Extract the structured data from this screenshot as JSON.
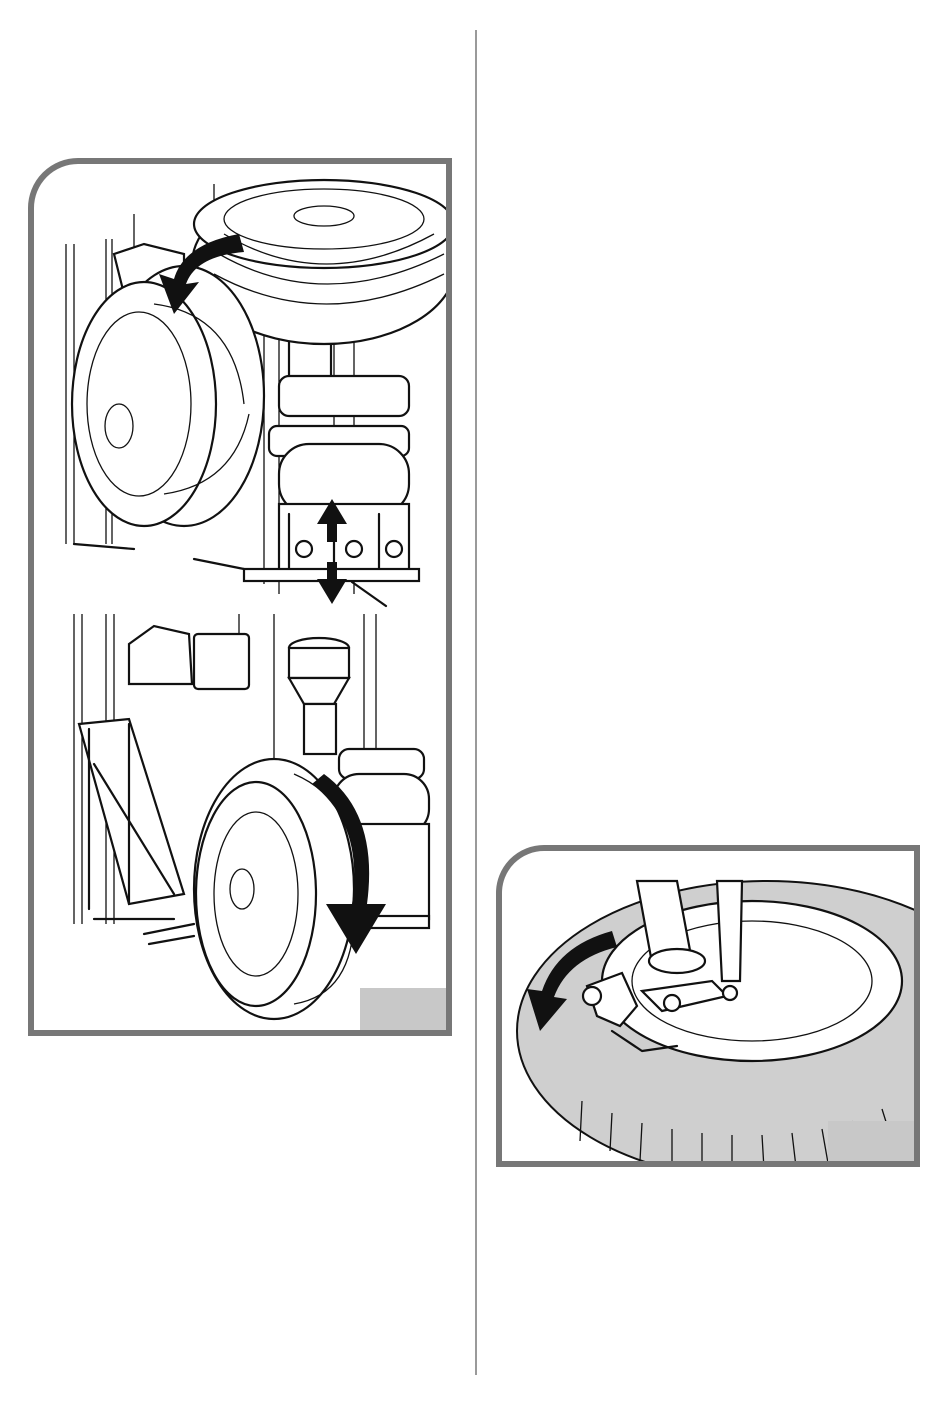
{
  "page": {
    "background": "#ffffff",
    "divider_color": "#9a9a9a",
    "frame_color": "#777777",
    "tab_color": "#c8c8c8"
  },
  "figures": [
    {
      "id": "left",
      "panels": [
        "wheel-loading-on-lift",
        "wheel-rolling-off-lift"
      ],
      "icons": [
        "curved-arrow-down-left",
        "up-arrow",
        "down-arrow",
        "curved-arrow-down-right"
      ],
      "tab_label": ""
    },
    {
      "id": "right",
      "panels": [
        "mounting-head-on-rim"
      ],
      "icons": [
        "curved-arrow-counterclockwise"
      ],
      "tab_label": ""
    }
  ]
}
